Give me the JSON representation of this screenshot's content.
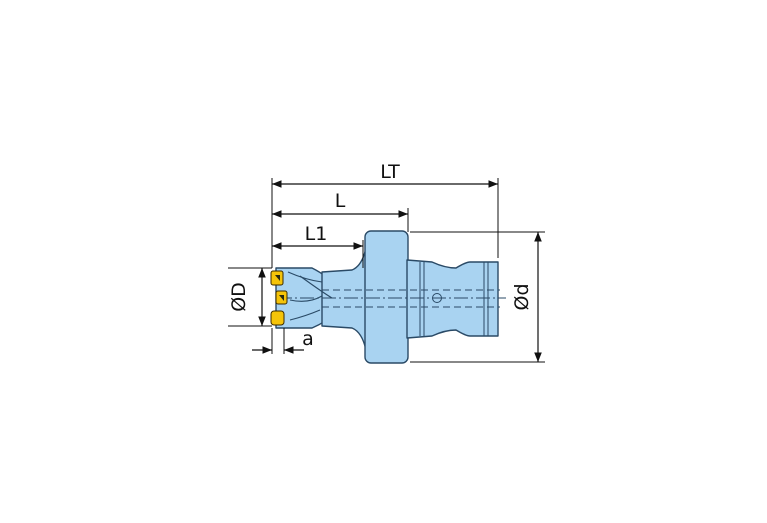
{
  "labels": {
    "overall_length": "LT",
    "length": "L",
    "length_1": "L1",
    "cutting_diameter": "ØD",
    "flange_diameter": "Ød",
    "axial_depth": "a"
  },
  "colors": {
    "body_fill": "#a9d3f1",
    "body_stroke": "#2a4a66",
    "insert_fill": "#f5c40a",
    "line": "#111111",
    "background": "#ffffff"
  }
}
